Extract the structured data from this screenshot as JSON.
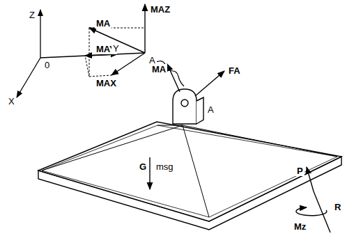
{
  "diagram": {
    "labels": [
      "MAZ",
      "Z",
      "MA",
      "MAY",
      "A",
      "MAX",
      "Y",
      "0",
      "X",
      "MA",
      "FA",
      "A",
      "G",
      "msg",
      "P",
      "R",
      "Mz"
    ]
  }
}
